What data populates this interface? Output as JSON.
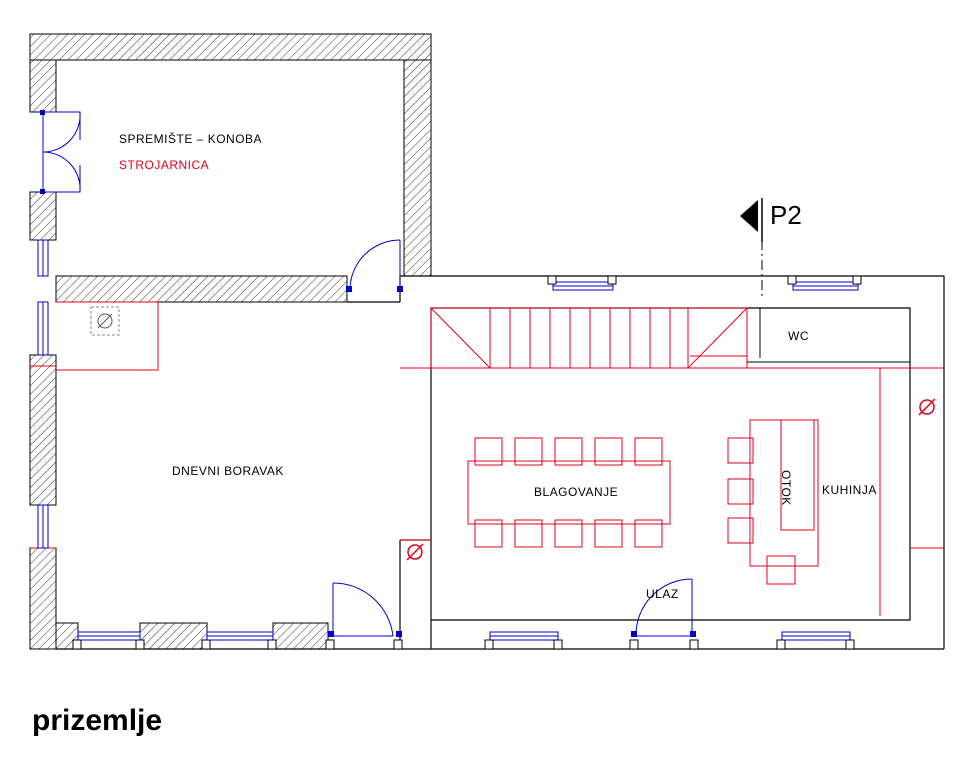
{
  "title": "prizemlje",
  "section_marker": "P2",
  "rooms": {
    "storage": "SPREMIŠTE – KONOBA",
    "machine_room": "STROJARNICA",
    "living_room": "DNEVNI BORAVAK",
    "dining": "BLAGOVANJE",
    "island": "OTOK",
    "kitchen": "KUHINJA",
    "wc": "WC",
    "entrance": "ULAZ"
  },
  "colors": {
    "wall_hatch": "#000000",
    "doors_windows": "#0000cc",
    "furniture_installations": "#e0001a",
    "background": "#ffffff"
  }
}
